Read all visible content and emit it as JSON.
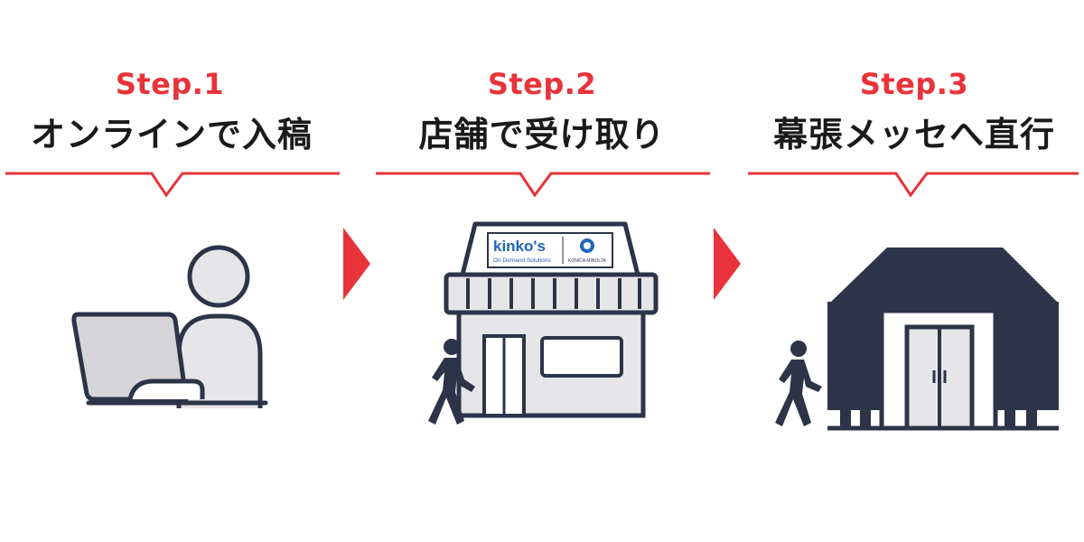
{
  "steps": [
    {
      "label": "Step.1",
      "title": "オンラインで入稿",
      "icon": "person-laptop-icon"
    },
    {
      "label": "Step.2",
      "title": "店舗で受け取り",
      "icon": "kinkos-store-icon"
    },
    {
      "label": "Step.3",
      "title": "幕張メッセへ直行",
      "icon": "makuhari-messe-hall-icon"
    }
  ],
  "store_sign": {
    "brand": "kinko's",
    "tagline": "On Demand Solutions",
    "partner": "KONICA MINOLTA"
  },
  "colors": {
    "accent": "#e8333a",
    "navy": "#2c3448",
    "light_gray": "#e6e6e9"
  }
}
